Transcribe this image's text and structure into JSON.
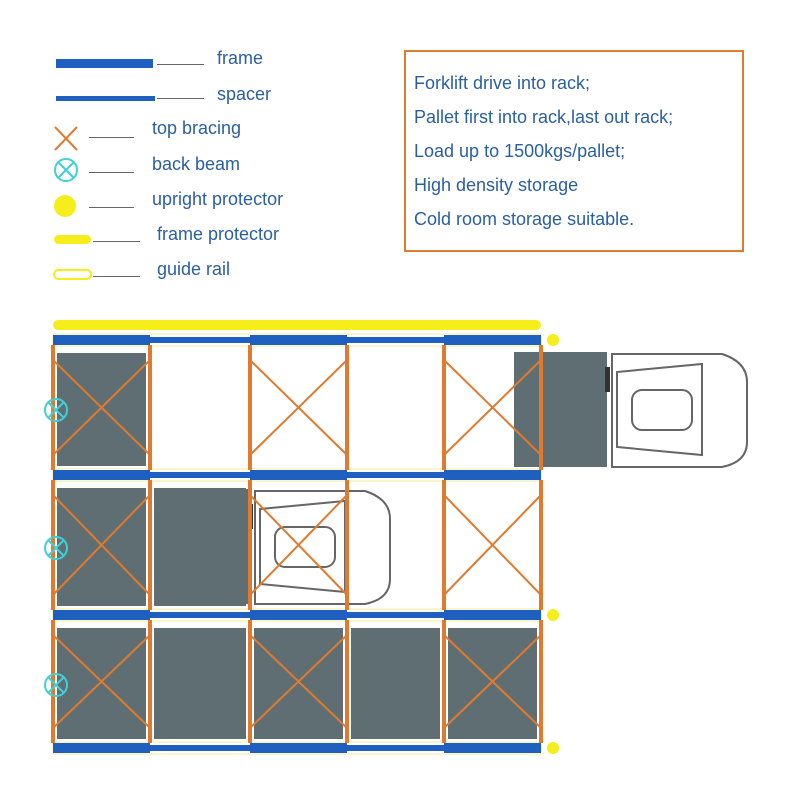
{
  "legend": [
    {
      "icon": "frame",
      "label": "frame"
    },
    {
      "icon": "spacer",
      "label": "spacer"
    },
    {
      "icon": "top-bracing-x",
      "label": "top bracing"
    },
    {
      "icon": "back-beam-circle-x",
      "label": "back beam"
    },
    {
      "icon": "upright-protector-dot",
      "label": "upright protector"
    },
    {
      "icon": "frame-protector-bar",
      "label": "frame protector"
    },
    {
      "icon": "guide-rail-outline",
      "label": "guide rail"
    }
  ],
  "features": [
    "Forklift drive into rack;",
    "Pallet first into rack,last out rack;",
    "Load up to 1500kgs/pallet;",
    "High density storage",
    "Cold room storage suitable."
  ],
  "colors": {
    "frame": "#1f5fbf",
    "upright": "#e07a2e",
    "pallet": "#5f6e73",
    "protector": "#f5ee1a",
    "back_beam": "#3fd0d8",
    "text": "#2a5fa0"
  }
}
